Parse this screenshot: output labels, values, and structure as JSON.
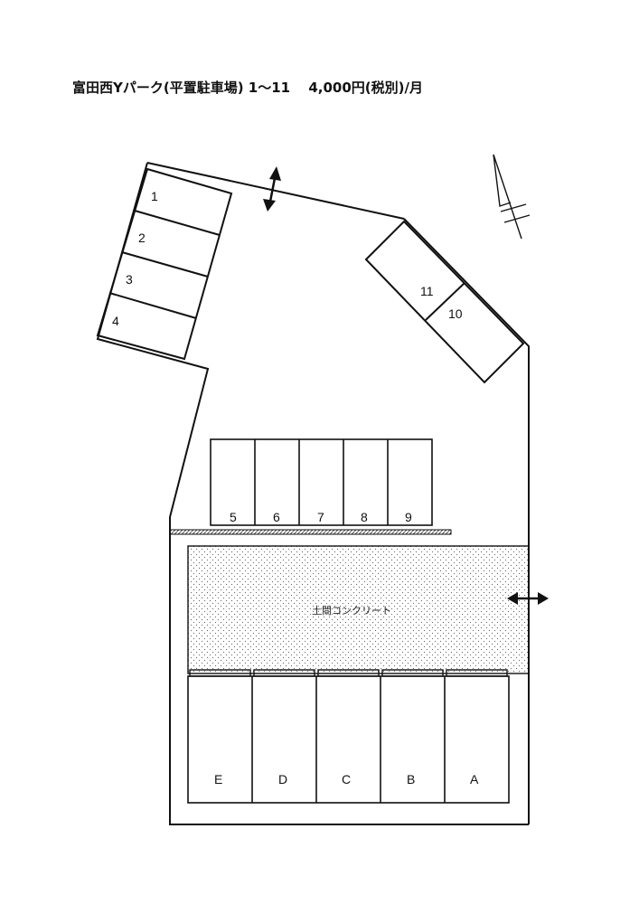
{
  "title": "富田西Yパーク(平置駐車場) 1〜11　 4,000円(税別)/月",
  "concrete_label": "土間コンクリート",
  "spaces": {
    "s1": "1",
    "s2": "2",
    "s3": "3",
    "s4": "4",
    "s5": "5",
    "s6": "6",
    "s7": "7",
    "s8": "8",
    "s9": "9",
    "s10": "10",
    "s11": "11",
    "sA": "A",
    "sB": "B",
    "sC": "C",
    "sD": "D",
    "sE": "E"
  },
  "icons": {
    "north": "north-arrow-icon",
    "entrance": "double-arrow-icon"
  }
}
